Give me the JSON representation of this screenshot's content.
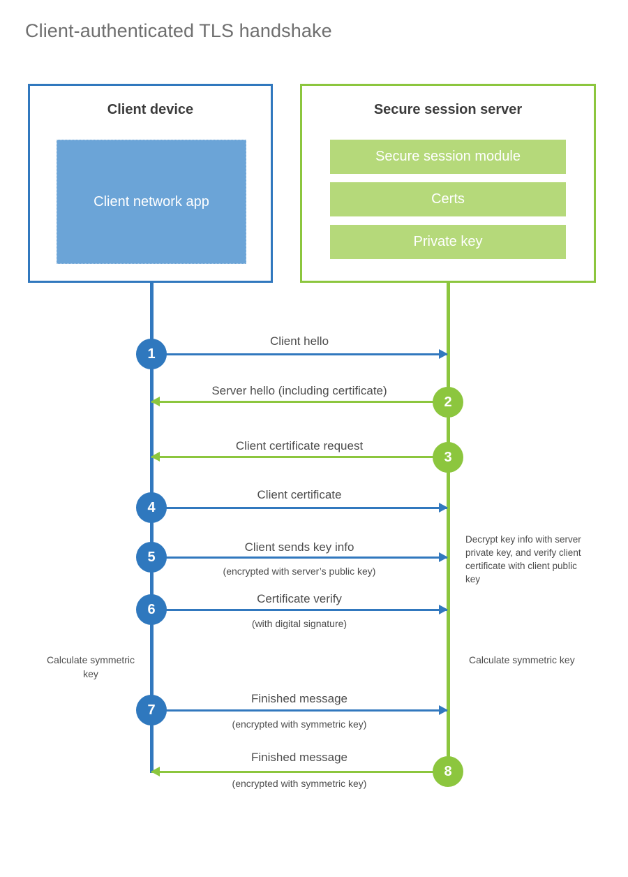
{
  "title": "Client-authenticated TLS handshake",
  "colors": {
    "client_accent": "#3178be",
    "client_badge": "#2f78be",
    "client_app_fill": "#6ba4d7",
    "server_accent": "#8cc63e",
    "server_module_fill": "#b5d97a",
    "title_text": "#6f6f6f",
    "body_text": "#4c4c4c",
    "background": "#ffffff"
  },
  "client": {
    "title": "Client device",
    "app_label": "Client network app"
  },
  "server": {
    "title": "Secure session server",
    "modules": [
      {
        "label": "Secure session module"
      },
      {
        "label": "Certs"
      },
      {
        "label": "Private key"
      }
    ]
  },
  "steps": [
    {
      "number": "1",
      "label": "Client hello",
      "sublabel": "",
      "direction": "client-to-server",
      "origin": "client"
    },
    {
      "number": "2",
      "label": "Server hello (including certificate)",
      "sublabel": "",
      "direction": "server-to-client",
      "origin": "server"
    },
    {
      "number": "3",
      "label": "Client certificate request",
      "sublabel": "",
      "direction": "server-to-client",
      "origin": "server"
    },
    {
      "number": "4",
      "label": "Client certificate",
      "sublabel": "",
      "direction": "client-to-server",
      "origin": "client"
    },
    {
      "number": "5",
      "label": "Client sends key info",
      "sublabel": "(encrypted with server’s public key)",
      "direction": "client-to-server",
      "origin": "client"
    },
    {
      "number": "6",
      "label": "Certificate verify",
      "sublabel": "(with digital signature)",
      "direction": "client-to-server",
      "origin": "client"
    },
    {
      "number": "7",
      "label": "Finished message",
      "sublabel": "(encrypted with symmetric key)",
      "direction": "client-to-server",
      "origin": "client"
    },
    {
      "number": "8",
      "label": "Finished message",
      "sublabel": "(encrypted with symmetric key)",
      "direction": "server-to-client",
      "origin": "server"
    }
  ],
  "annotations": {
    "server_decrypt_note": "Decrypt key info with server private key, and verify client certificate with client public key",
    "client_calculate_key": "Calculate symmetric key",
    "server_calculate_key": "Calculate symmetric key"
  }
}
